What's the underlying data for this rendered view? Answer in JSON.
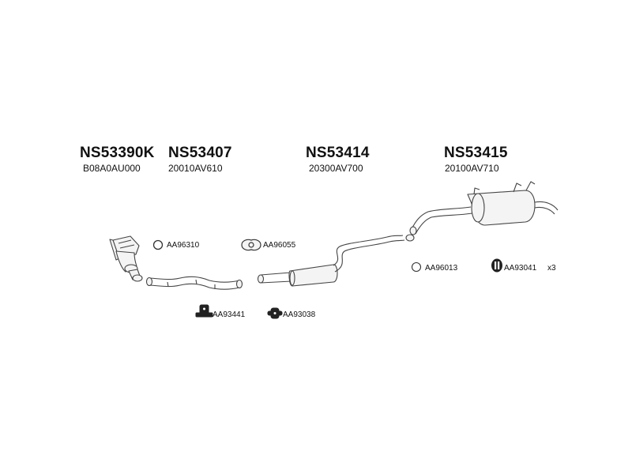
{
  "parts": [
    {
      "number": "NS53390K",
      "oe": "B08A0AU000"
    },
    {
      "number": "NS53407",
      "oe": "20010AV610"
    },
    {
      "number": "NS53414",
      "oe": "20300AV700"
    },
    {
      "number": "NS53415",
      "oe": "20100AV710"
    }
  ],
  "accessories": [
    {
      "code": "AA96310",
      "icon": "ring-gasket-icon"
    },
    {
      "code": "AA96055",
      "icon": "flange-gasket-icon"
    },
    {
      "code": "AA93441",
      "icon": "rubber-hanger-icon"
    },
    {
      "code": "AA93038",
      "icon": "mount-bracket-icon"
    },
    {
      "code": "AA96013",
      "icon": "ring-gasket-icon"
    },
    {
      "code": "AA93041",
      "icon": "rubber-mount-icon",
      "quantity": "x3"
    }
  ],
  "colors": {
    "ink": "#111111",
    "line": "#444444",
    "fill": "#f4f4f4",
    "dark": "#222222"
  }
}
